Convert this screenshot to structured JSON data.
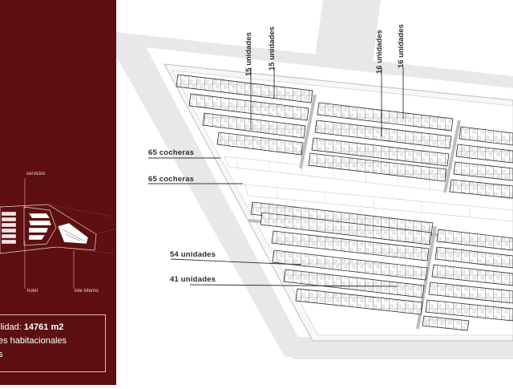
{
  "key_map": {
    "labels": {
      "servicios": "servicios",
      "hotel": "hotel",
      "lote_interno": "lote interno"
    }
  },
  "info": {
    "area_label": "ilidad:",
    "area_value": "14761 m2",
    "line2": "es habitacionales",
    "line3": "s"
  },
  "plan": {
    "annotations": {
      "u15a": "15 unidades",
      "u15b": "15 unidades",
      "u16a": "16 unidades",
      "u16b": "16 unidades",
      "c65a": "65 cocheras",
      "c65b": "65 cocheras",
      "u54": "54 unidades",
      "u41": "41 unidades"
    },
    "colors": {
      "panel": "#5e0f12",
      "road": "#e6e6e6",
      "leader": "#333333"
    }
  }
}
